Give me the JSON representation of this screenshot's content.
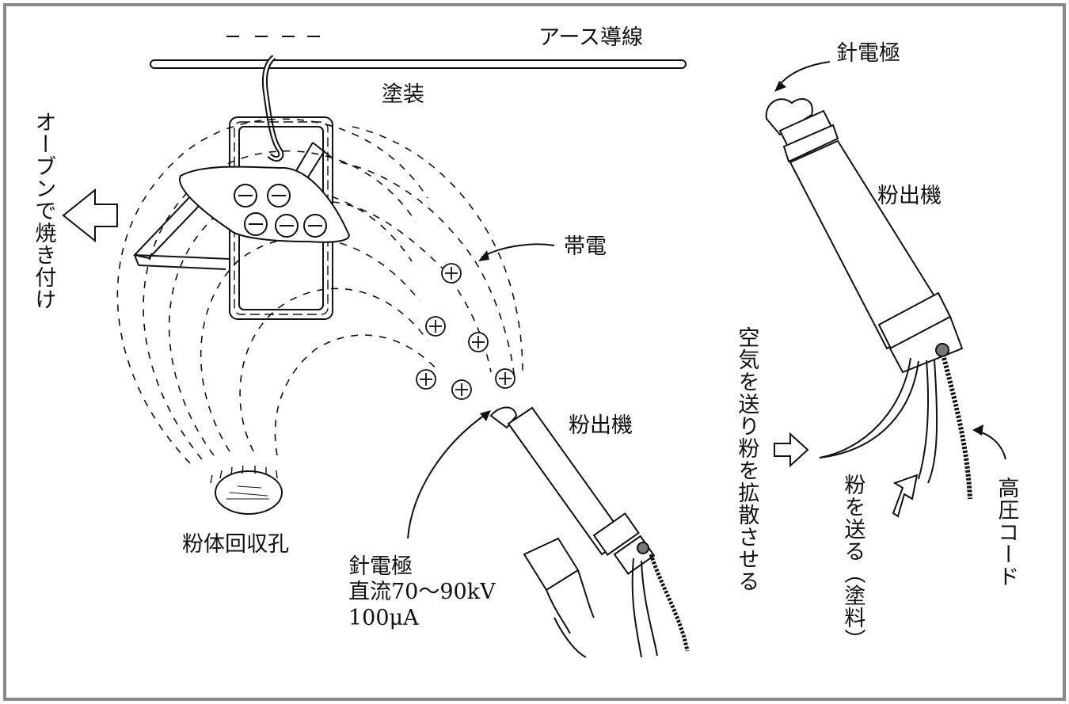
{
  "labels": {
    "earth_wire": "アース導線",
    "coating": "塗装",
    "bake_in_oven": "オーブンで焼き付け",
    "charged": "帯電",
    "gun_left": "粉出機",
    "recovery_hole": "粉体回収孔",
    "needle_left": "針電極",
    "dc_voltage": "直流70〜90kV",
    "current": "100μA",
    "needle_right": "針電極",
    "gun_right": "粉出機",
    "air_supply": "空気を送り粉を拡散させる",
    "powder_feed": "粉を送る（塗料）",
    "hv_cord": "高圧コード"
  },
  "symbols": {
    "negative": "⊖",
    "positive": "⊕"
  },
  "colors": {
    "frame": "#8a8a8a",
    "line": "#111111",
    "cord_tip": "#777777"
  }
}
